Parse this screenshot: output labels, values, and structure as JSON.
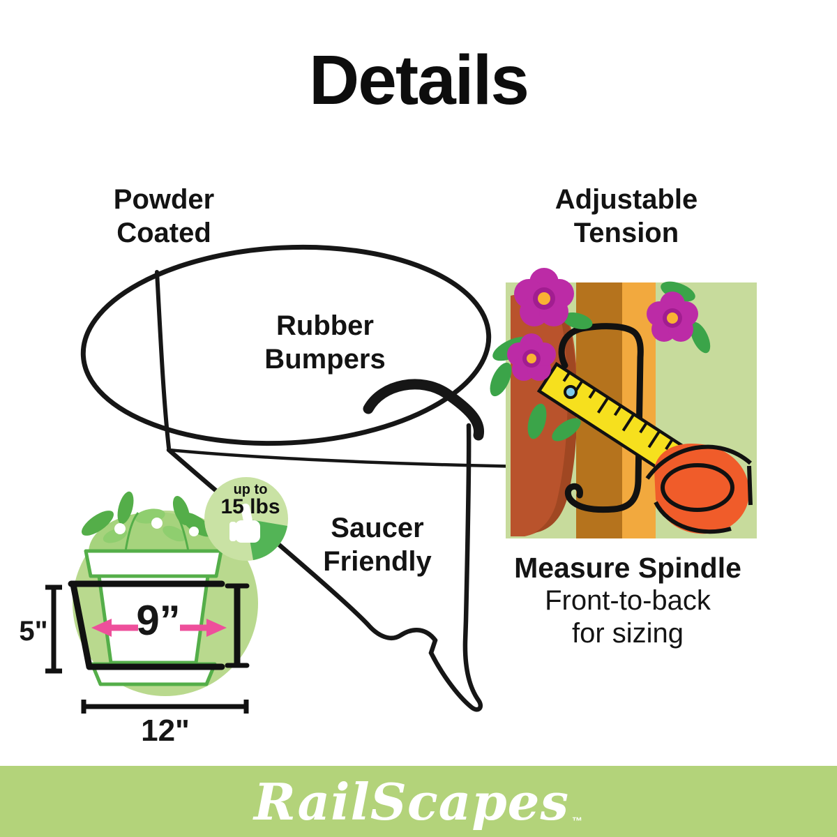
{
  "title": "Details",
  "features": [
    {
      "name": "powder-coated",
      "lines": [
        "Powder",
        "Coated"
      ]
    },
    {
      "name": "adjustable-tension",
      "lines": [
        "Adjustable",
        "Tension"
      ]
    },
    {
      "name": "rubber-bumpers",
      "lines": [
        "Rubber",
        "Bumpers"
      ]
    },
    {
      "name": "saucer-friendly",
      "lines": [
        "Saucer",
        "Friendly"
      ]
    }
  ],
  "measure_spindle": {
    "title": "Measure Spindle",
    "lines": [
      "Front-to-back",
      "for sizing"
    ]
  },
  "capacity_badge": {
    "prefix": "up to",
    "weight": "15 lbs"
  },
  "dimensions": {
    "height": "5\"",
    "diameter": "9”",
    "width": "12\""
  },
  "logo": {
    "brand": "RailScapes",
    "tm": "™"
  },
  "icons": {
    "badge": "thumbs-up-icon",
    "right_illustration": "measuring-tape-icon",
    "flowers": "flower-icon",
    "pot": "flower-pot-icon",
    "arrows": "pink-width-arrows-icon"
  },
  "colors": {
    "banner_green": "#b3d37a",
    "illustration_bg_green": "#c7db9c",
    "circle_green": "#b9d98e",
    "crown_green": "#a6d37d",
    "badge_green": "#c9e2a4",
    "wedge_green": "#53b456",
    "pot_outline_green": "#54ae49",
    "leaf_light_green": "#8fce6f",
    "flower_leaf_green": "#3ba449",
    "pink_arrow": "#ee4f9b",
    "flower_magenta": "#bc2ba6",
    "flower_ring": "#a11d90",
    "flower_center_orange": "#f9b233",
    "terracotta": "#b9532c",
    "terracotta_shadow": "#a04722",
    "stripe_brown": "#b5731d",
    "stripe_orange": "#f2a93e",
    "tape_yellow": "#f6e01e",
    "rivet_blue": "#7ecbea",
    "tape_body_orange": "#f05c2a",
    "wire_black": "#161616"
  }
}
